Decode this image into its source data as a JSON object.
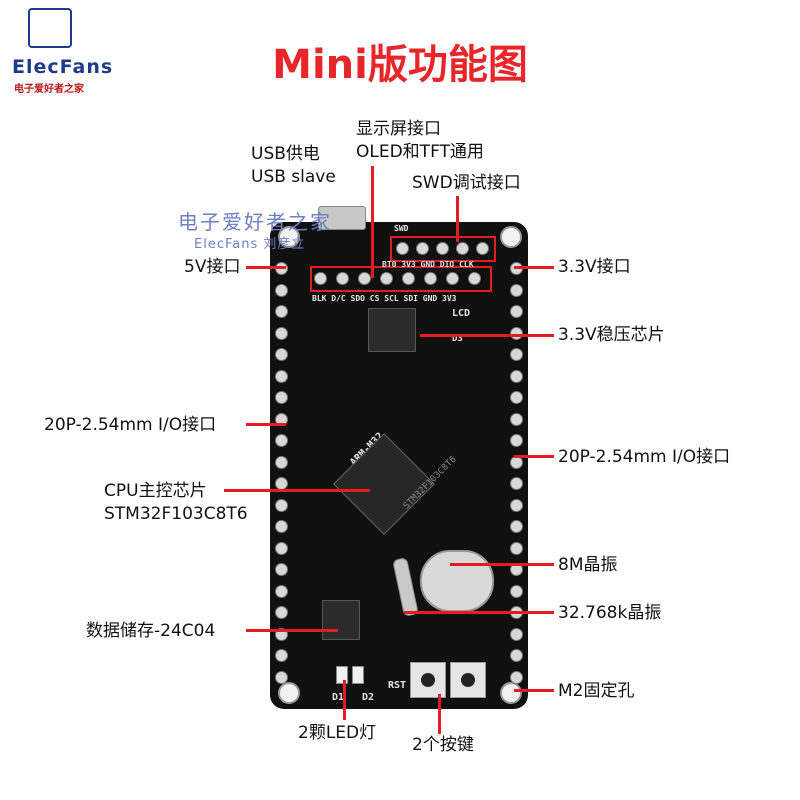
{
  "header": {
    "title": "Mini版功能图",
    "brand": "ElecFans",
    "brand_sub": "电子爱好者之家"
  },
  "watermark": {
    "line1": "电子爱好者之家",
    "line2": "ElecFans 刘彦立"
  },
  "labels": {
    "display_line1": "显示屏接口",
    "display_line2": "OLED和TFT通用",
    "usb_line1": "USB供电",
    "usb_line2": "USB slave",
    "swd": "SWD调试接口",
    "v5": "5V接口",
    "v33": "3.3V接口",
    "regulator": "3.3V稳压芯片",
    "io_left": "20P-2.54mm I/O接口",
    "io_right": "20P-2.54mm I/O接口",
    "cpu_line1": "CPU主控芯片",
    "cpu_line2": "STM32F103C8T6",
    "crystal_8m": "8M晶振",
    "crystal_32k": "32.768k晶振",
    "eeprom": "数据储存-24C04",
    "mount_hole": "M2固定孔",
    "leds": "2颗LED灯",
    "buttons": "2个按键"
  },
  "board": {
    "silk_swd": "SWD",
    "silk_swd_pins": "BT0 3V3 GND DIO CLK",
    "silk_lcd_pins": "BLK D/C SDO CS SCL SDI GND 3V3",
    "silk_lcd": "LCD",
    "silk_mcu": "ARM-M32",
    "silk_rst": "RST",
    "silk_d1": "D1",
    "silk_d2": "D2",
    "silk_d3": "D3",
    "cpu_marking": "STM32F103C8T6"
  },
  "colors": {
    "title": "#e8262a",
    "pointer_lines": "#e51c23",
    "board": "#101010",
    "brand": "#1e3a8a"
  }
}
